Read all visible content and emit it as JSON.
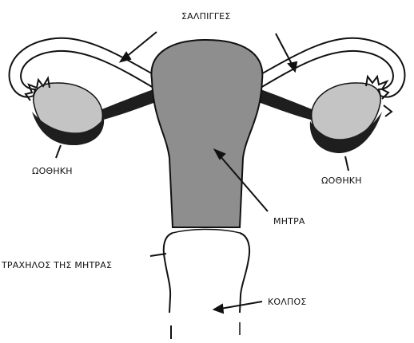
{
  "labels": {
    "fallopian_tubes": "ΣΑΛΠΙΓΓΕΣ",
    "ovary_left": "ΩΟΘΗΚΗ",
    "ovary_right": "ΩΟΘΗΚΗ",
    "uterus": "ΜΗΤΡΑ",
    "cervix": "ΤΡΑΧΗΛΟΣ ΤΗΣ ΜΗΤΡΑΣ",
    "vagina": "ΚΟΛΠΟΣ"
  },
  "colors": {
    "uterus_fill": "#8e8e8e",
    "ovary_fill": "#c4c4c4",
    "dark_tissue": "#1e1e1e",
    "stroke": "#111111",
    "background": "#ffffff"
  }
}
